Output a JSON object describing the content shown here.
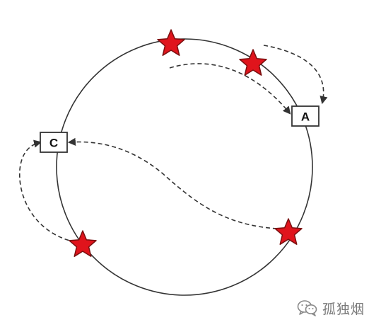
{
  "diagram": {
    "nodes": [
      {
        "id": "A",
        "label": "A"
      },
      {
        "id": "C",
        "label": "C"
      }
    ],
    "colors": {
      "star_fill": "#e0141c",
      "star_stroke": "#7a1010",
      "line": "#333333",
      "node_border": "#333333",
      "node_fill": "#ffffff"
    }
  },
  "watermark": {
    "icon": "wechat-icon",
    "text": "孤独烟"
  }
}
